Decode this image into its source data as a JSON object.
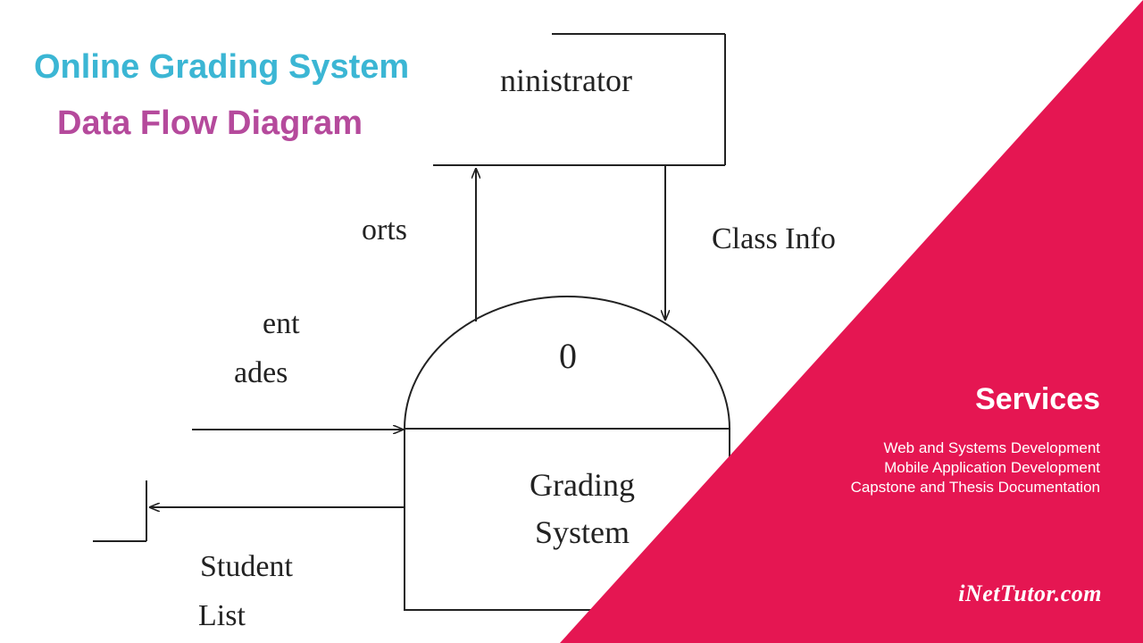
{
  "header": {
    "title": "Online Grading System",
    "subtitle": "Data Flow Diagram"
  },
  "diagram": {
    "entity_label": "ninistrator",
    "flow_reports": "orts",
    "flow_class_info": "Class Info",
    "flow_grades_line1": "ent",
    "flow_grades_line2": "ades",
    "process_number": "0",
    "process_name_line1": "Grading",
    "process_name_line2": "System",
    "flow_student_list_line1": "Student",
    "flow_student_list_line2": "List"
  },
  "services": {
    "heading": "Services",
    "items": [
      "Web and Systems Development",
      "Mobile Application Development",
      "Capstone and Thesis Documentation"
    ]
  },
  "brand": {
    "name": "iNetTutor.com"
  },
  "colors": {
    "accent_panel": "#e51652",
    "title": "#3bb6d4",
    "subtitle": "#b54a9c"
  }
}
